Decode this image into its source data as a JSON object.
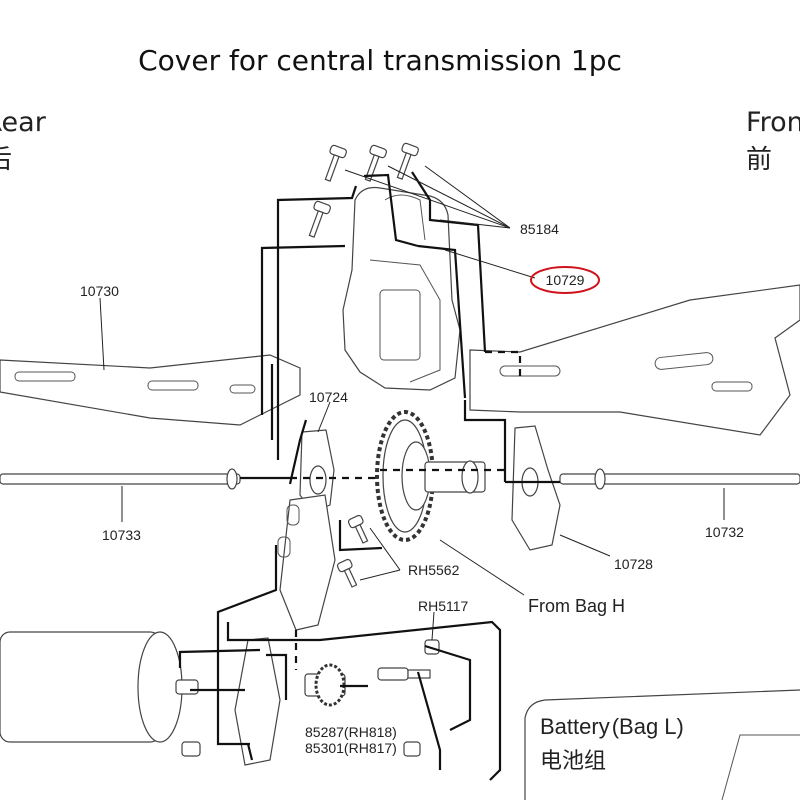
{
  "title": "Cover for central transmission 1pc",
  "left_label": {
    "en": "Rear",
    "cn": "后"
  },
  "right_label": {
    "en": "Front",
    "cn": "前"
  },
  "highlight_color": "#d0121b",
  "parts": {
    "p85184": "85184",
    "p10729": "10729",
    "p10730": "10730",
    "p10724": "10724",
    "p10733": "10733",
    "p10732": "10732",
    "p10728": "10728",
    "rh5562": "RH5562",
    "rh5117": "RH5117",
    "p85287": "85287(RH818)",
    "p85301": "85301(RH817)"
  },
  "from_bag_h": "From Bag H",
  "battery": {
    "en": "Battery",
    "bag": "(Bag L)",
    "cn": "电池组"
  }
}
